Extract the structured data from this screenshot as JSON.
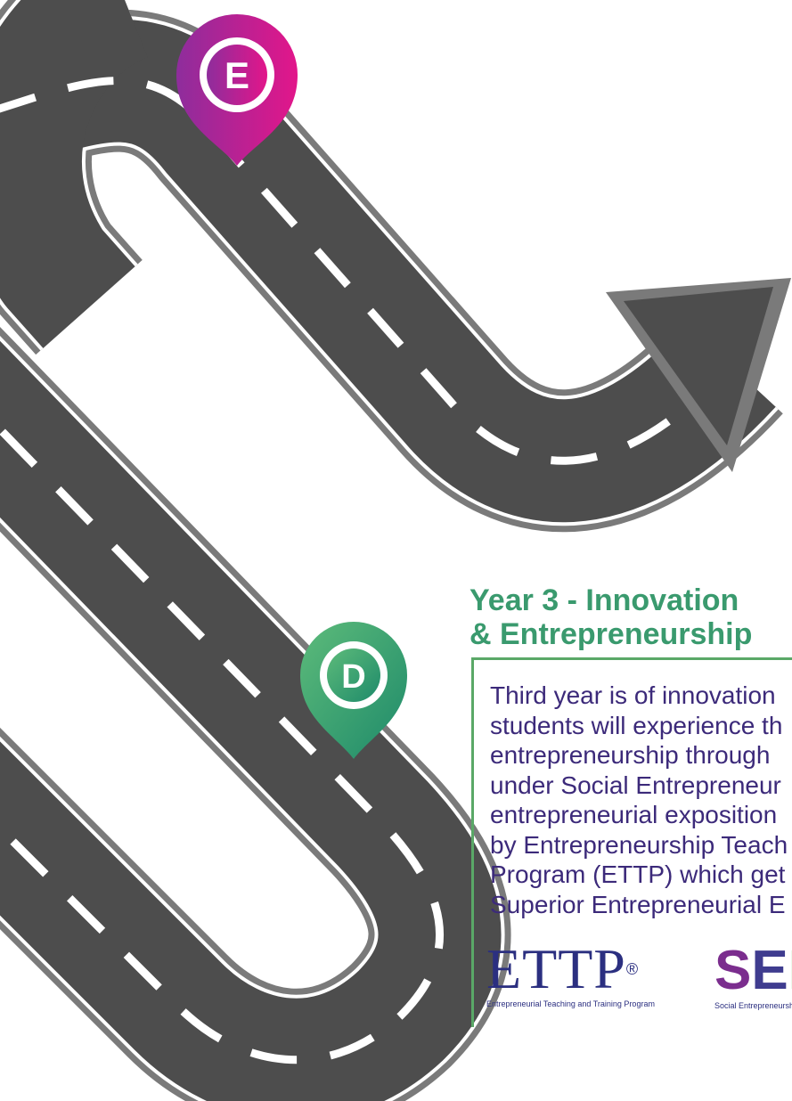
{
  "heading": {
    "line1": "Year 3 - Innovation",
    "line2": "& Entrepreneurship"
  },
  "body": {
    "lines": [
      "Third year is of innovation",
      "students will experience th",
      "entrepreneurship through",
      "under Social Entrepreneur",
      "entrepreneurial exposition",
      "by Entrepreneurship Teach",
      "Program (ETTP) which get",
      "Superior Entrepreneurial E"
    ]
  },
  "markers": {
    "E": {
      "letter": "E",
      "color_start": "#8e2d9c",
      "color_end": "#e2168a"
    },
    "D": {
      "letter": "D",
      "color_start": "#5dbb7a",
      "color_end": "#1e8a6a"
    }
  },
  "logos": {
    "ettp": {
      "word": "ETTP",
      "registered": "®",
      "subtitle": "Entrepreneurial Teaching and Training Program",
      "color": "#2b2f80"
    },
    "sep": {
      "letters": [
        "S",
        "E",
        "P"
      ],
      "subtitle": "Social Entrepreneurship Program",
      "colors": [
        "#7b2d8e",
        "#3f3c8f",
        "#5bbf4a"
      ]
    }
  },
  "colors": {
    "road": "#4d4d4d",
    "road_border": "#7a7a7a",
    "lane_marking": "#ffffff",
    "heading": "#3a9a6e",
    "body_text": "#3c2a7a",
    "panel_border": "#5aa867"
  },
  "icons": [
    "road-illustration",
    "arrow-head",
    "map-pin-e",
    "map-pin-d"
  ]
}
